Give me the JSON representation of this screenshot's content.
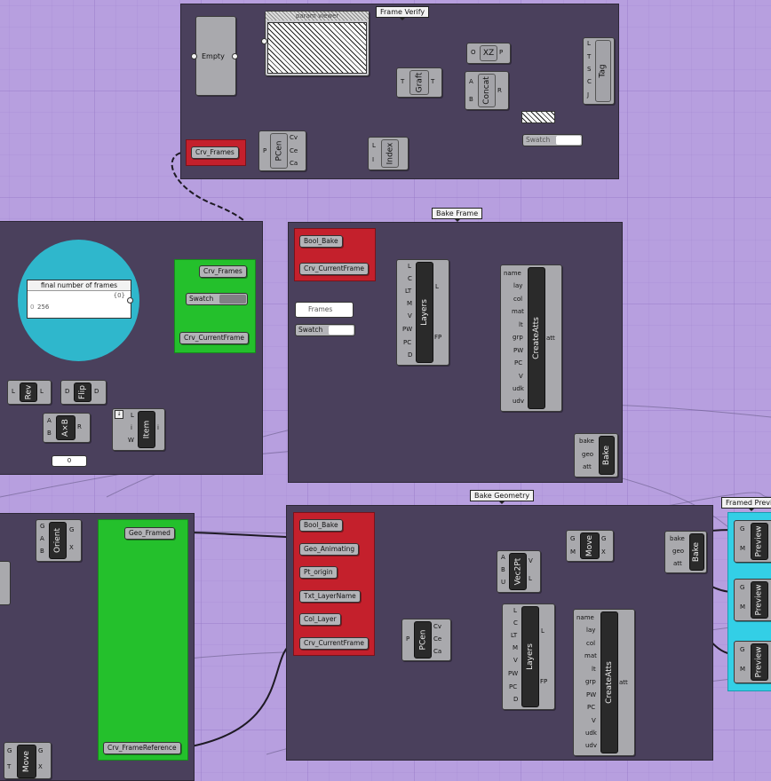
{
  "group_titles": {
    "frame_verify": "Frame Verify",
    "bake_frame": "Bake Frame",
    "bake_geometry": "Bake Geometry",
    "framed_preview": "Framed Previe"
  },
  "frame_verify": {
    "empty_label": "Empty",
    "param_viewer_label": "param viewer",
    "graft": {
      "label": "Graft",
      "in": "T",
      "out": "T"
    },
    "xz": {
      "label": "XZ",
      "in": "O",
      "out": "P"
    },
    "concat": {
      "label": "Concat",
      "in": [
        "A",
        "B"
      ],
      "out": "R"
    },
    "tag": {
      "label": "Tag",
      "in": [
        "L",
        "T",
        "S",
        "C",
        "J"
      ]
    },
    "crv_frames": "Crv_Frames",
    "pcen": {
      "label": "PCen",
      "in": "P",
      "out": [
        "Cv",
        "Ce",
        "Ca"
      ]
    },
    "index": {
      "label": "Index",
      "in": [
        "L",
        "I"
      ]
    },
    "swatch": "Swatch"
  },
  "left_panel": {
    "panel_title": "final number of frames",
    "panel_header": "{0}",
    "panel_value": "256",
    "panel_index": "0",
    "crv_frames": "Crv_Frames",
    "swatch": "Swatch",
    "crv_current_frame": "Crv_CurrentFrame",
    "rev": {
      "label": "Rev",
      "in": "L",
      "out": "L"
    },
    "flip": {
      "label": "Flip",
      "in": "D",
      "out": "D"
    },
    "axb": {
      "label": "A×B",
      "in": [
        "A",
        "B"
      ],
      "out": "R"
    },
    "item": {
      "label": "Item",
      "in": [
        "L",
        "i",
        "W"
      ],
      "out": "i"
    },
    "slider_value": "0",
    "orient": {
      "label": "Orient",
      "in": [
        "G",
        "A",
        "B"
      ],
      "out": [
        "G",
        "X"
      ]
    },
    "geo_framed": "Geo_Framed",
    "crv_frame_reference": "Crv_FrameReference",
    "move": {
      "label": "Move",
      "in": [
        "G",
        "T"
      ],
      "out": [
        "G",
        "X"
      ]
    }
  },
  "bake_frame": {
    "bool_bake": "Bool_Bake",
    "crv_current_frame": "Crv_CurrentFrame",
    "frames_text": "Frames",
    "swatch": "Swatch",
    "layers": {
      "label": "Layers",
      "in": [
        "L",
        "C",
        "LT",
        "M",
        "V",
        "PW",
        "PC",
        "D"
      ],
      "out": [
        "L",
        "FP"
      ]
    },
    "createatts": {
      "label": "CreateAtts",
      "in": [
        "name",
        "lay",
        "col",
        "mat",
        "lt",
        "grp",
        "PW",
        "PC",
        "V",
        "udk",
        "udv"
      ],
      "out": "att"
    },
    "bake": {
      "label": "Bake",
      "in": [
        "bake",
        "geo",
        "att"
      ]
    }
  },
  "bake_geometry": {
    "params": [
      "Bool_Bake",
      "Geo_Animating",
      "Pt_origin",
      "Txt_LayerName",
      "Col_Layer",
      "Crv_CurrentFrame"
    ],
    "move": {
      "label": "Move",
      "in": [
        "G",
        "M"
      ],
      "out": [
        "G",
        "X"
      ]
    },
    "bake": {
      "label": "Bake",
      "in": [
        "bake",
        "geo",
        "att"
      ]
    },
    "vec2pt": {
      "label": "Vec2Pt",
      "in": [
        "A",
        "B",
        "U"
      ],
      "out": [
        "V",
        "L"
      ]
    },
    "pcen": {
      "label": "PCen",
      "in": "P",
      "out": [
        "Cv",
        "Ce",
        "Ca"
      ]
    },
    "layers": {
      "label": "Layers",
      "in": [
        "L",
        "C",
        "LT",
        "M",
        "V",
        "PW",
        "PC",
        "D"
      ],
      "out": [
        "L",
        "FP"
      ]
    },
    "createatts": {
      "label": "CreateAtts",
      "in": [
        "name",
        "lay",
        "col",
        "mat",
        "lt",
        "grp",
        "PW",
        "PC",
        "V",
        "udk",
        "udv"
      ],
      "out": "att"
    }
  },
  "framed_preview": {
    "previews": [
      {
        "label": "Preview",
        "in": [
          "G",
          "M"
        ]
      },
      {
        "label": "Preview",
        "in": [
          "G",
          "M"
        ]
      },
      {
        "label": "Preview",
        "in": [
          "G",
          "M"
        ]
      }
    ]
  },
  "colors": {
    "canvas": "#b79fdf",
    "group": "#4a405c",
    "red_group": "#c4202c",
    "green_group": "#24c02c",
    "cyan_group": "#33cfe6",
    "panel_circle": "#2fb7cc",
    "wire_active": "#d2431a",
    "wire_default": "#1e1a24"
  }
}
